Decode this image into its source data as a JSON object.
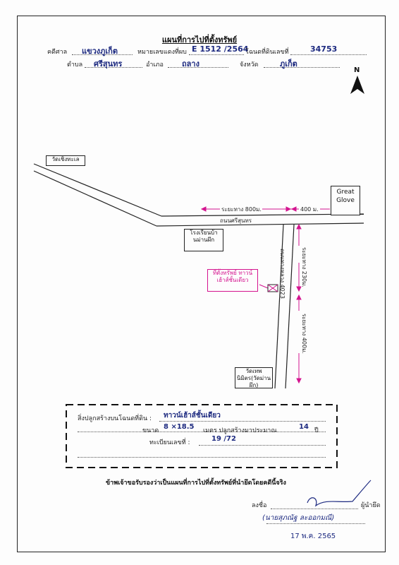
{
  "title": "แผนที่การไปที่ตั้งทรัพย์",
  "header": {
    "court_label": "คดีศาล",
    "court_value": "แขวงภูเก็ต",
    "case_label": "หมายเลขแดงที่ผบ",
    "case_value": "E 1512 /2564",
    "deed_label": "โฉนดที่ดินเลขที่",
    "deed_value": "34753",
    "subdistrict_label": "ตำบล",
    "subdistrict_value": "ศรีสุนทร",
    "district_label": "อำเภอ",
    "district_value": "ถลาง",
    "province_label": "จังหวัด",
    "province_value": "ภูเก็ต",
    "north_label": "N"
  },
  "map": {
    "temple_top": "วัดเชิงทะเล",
    "great_glove": "Great Glove",
    "dist_800": "ระยะทาง 800ม.",
    "dist_400": "400 ม.",
    "road_main": "ถนนศรีสุนทร",
    "school": "โรงเรียนบ้านม่านผึก",
    "road_side": "ถนนทางหลวง 4023",
    "dist_230": "ระยะทาง 230ม.",
    "dist_side_400": "ระยะทาง 400ม.",
    "property": "ที่ตั้งทรัพย์ ทาวน์เฮ้าส์ชั้นเดียว",
    "temple_bottom": "วัดเทพนิมิตร(วัดม่านผึก)"
  },
  "info": {
    "building_label": "สิ่งปลูกสร้างบนโฉนดที่ดิน :",
    "building_value": "ทาวน์เฮ้าส์ชั้นเดียว",
    "size_label": "ขนาด",
    "size_value": "8 ×18.5",
    "age_label": "เมตร ปลูกสร้างมาประมาณ",
    "age_value": "14",
    "age_unit": "ปี",
    "reg_label": "ทะเบียนเลขที่ :",
    "reg_value": "19 /72"
  },
  "footer": {
    "cert_text": "ข้าพเจ้าขอรับรองว่าเป็นแผนที่การไปที่ตั้งทรัพย์ที่นำยึดโดยคดีนี้จริง",
    "sign_label": "ลงชื่อ",
    "role": "ผู้นำยึด",
    "name": "(นายสุภณัฐ ละออกมณี)",
    "date": "17 พ.ค. 2565"
  },
  "colors": {
    "ink": "#1d2a80",
    "accent": "#d4148f",
    "line": "#222222"
  }
}
